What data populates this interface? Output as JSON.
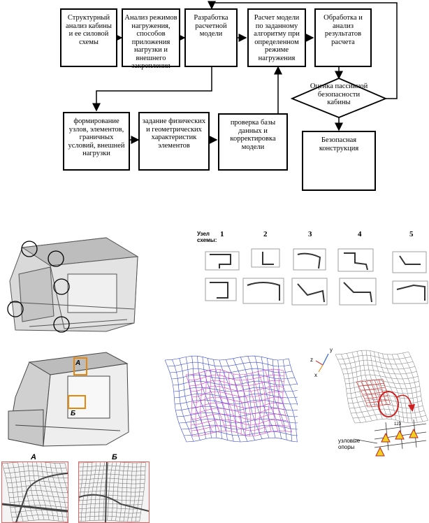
{
  "flowchart": {
    "box1": "Структурный анализ кабины и ее силовой схемы",
    "box2": "Анализ режимов нагружения, способов приложения нагрузки и внешнего закрепления",
    "box3": "Разработка расчетной модели",
    "box4": "Расчет модели по заданному алгоритму при определенном режиме нагружения",
    "box5": "Обработка и анализ результатов расчета",
    "diamond": "Оценка пассивной безопасности кабины",
    "box6": "формирование узлов, элементов, граничных условий, внешней нагрузки",
    "box7": "задание физических и геометрических характеристик элементов",
    "box8": "проверка базы данных и корректировка модели",
    "box9": "Безопасная конструкция"
  },
  "node_table": {
    "header": "Узел схемы:",
    "numbers": [
      "1",
      "2",
      "3",
      "4",
      "5"
    ]
  },
  "labels": {
    "callout_a": "А",
    "callout_b": "Б",
    "detail_a": "А",
    "detail_b": "Б",
    "supports": "узловые опоры",
    "support_code": "123",
    "axis_x": "x",
    "axis_y": "y",
    "axis_z": "z"
  }
}
